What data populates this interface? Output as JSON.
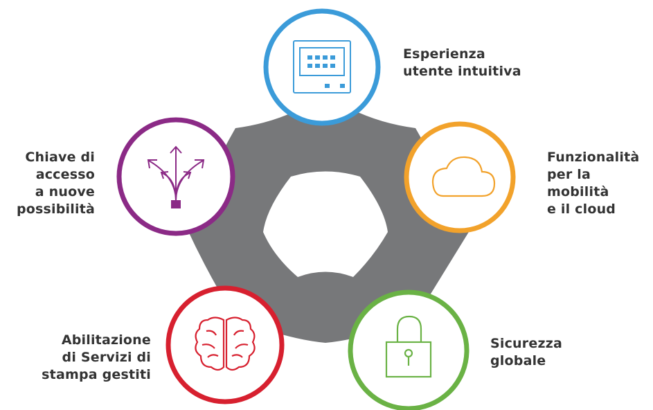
{
  "colors": {
    "hub": "#77787a",
    "blue": "#3b9bd9",
    "orange": "#f2a22b",
    "green": "#6ab245",
    "red": "#d7202f",
    "purple": "#8b2a86",
    "text": "#333333"
  },
  "nodes": [
    {
      "id": "ux",
      "icon": "control-panel-icon",
      "color": "blue",
      "label": "Esperienza\nutente intuitiva"
    },
    {
      "id": "cloud",
      "icon": "cloud-icon",
      "color": "orange",
      "label": "Funzionalità\nper la\nmobilità\ne il cloud"
    },
    {
      "id": "security",
      "icon": "padlock-icon",
      "color": "green",
      "label": "Sicurezza\nglobale"
    },
    {
      "id": "mps",
      "icon": "brain-icon",
      "color": "red",
      "label": "Abilitazione\ndi Servizi di\nstampa gestiti"
    },
    {
      "id": "access",
      "icon": "branching-arrows-icon",
      "color": "purple",
      "label": "Chiave di\naccesso\na nuove\npossibilità"
    }
  ]
}
